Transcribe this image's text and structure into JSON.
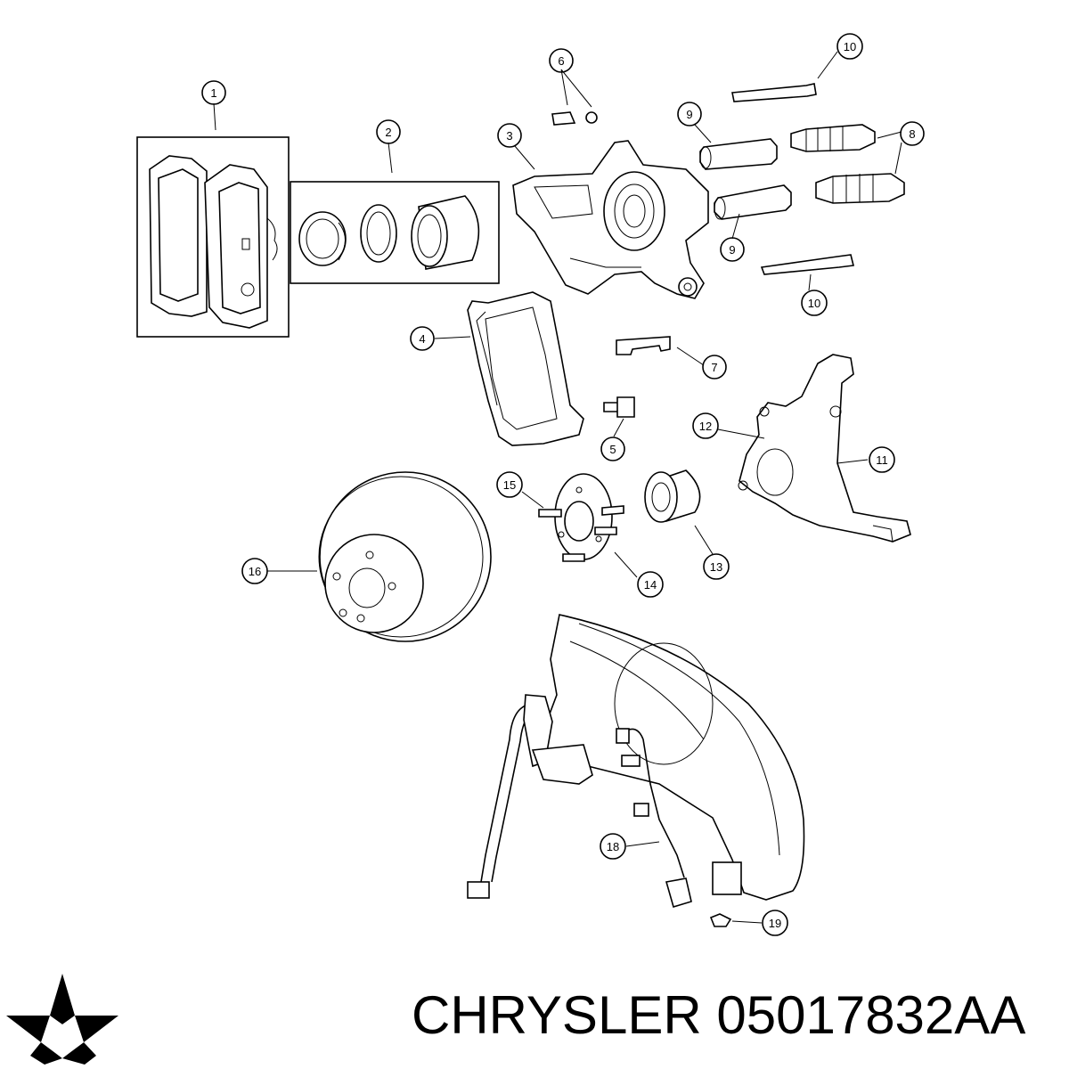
{
  "brand": "CHRYSLER",
  "part_number": "05017832AA",
  "logo_icon": "pentastar-logo-icon",
  "callouts": [
    {
      "id": "c1",
      "label": "1"
    },
    {
      "id": "c2",
      "label": "2"
    },
    {
      "id": "c3",
      "label": "3"
    },
    {
      "id": "c4",
      "label": "4"
    },
    {
      "id": "c5",
      "label": "5"
    },
    {
      "id": "c6",
      "label": "6"
    },
    {
      "id": "c7",
      "label": "7"
    },
    {
      "id": "c8",
      "label": "8"
    },
    {
      "id": "c9a",
      "label": "9"
    },
    {
      "id": "c9b",
      "label": "9"
    },
    {
      "id": "c10a",
      "label": "10"
    },
    {
      "id": "c10b",
      "label": "10"
    },
    {
      "id": "c11",
      "label": "11"
    },
    {
      "id": "c12",
      "label": "12"
    },
    {
      "id": "c13",
      "label": "13"
    },
    {
      "id": "c14",
      "label": "14"
    },
    {
      "id": "c15",
      "label": "15"
    },
    {
      "id": "c16",
      "label": "16"
    },
    {
      "id": "c18",
      "label": "18"
    },
    {
      "id": "c19",
      "label": "19"
    }
  ]
}
